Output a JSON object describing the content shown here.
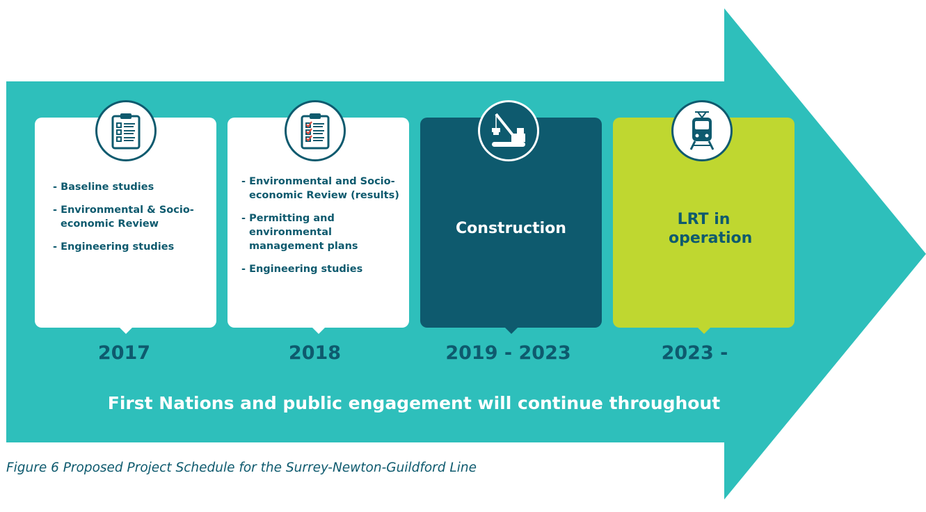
{
  "colors": {
    "arrow": "#2ebfbb",
    "dark_teal": "#0e5a6e",
    "lime": "#bfd730",
    "white": "#ffffff"
  },
  "phases": [
    {
      "icon": "clipboard-checklist-icon",
      "items": [
        "- Baseline studies",
        "- Environmental & Socio-economic Review",
        "- Engineering studies"
      ],
      "year": "2017"
    },
    {
      "icon": "clipboard-checked-icon",
      "items": [
        "- Environmental and Socio-economic Review (results)",
        "- Permitting and environmental management plans",
        "- Engineering studies"
      ],
      "year": "2018"
    },
    {
      "icon": "crane-icon",
      "title": "Construction",
      "year": "2019 - 2023"
    },
    {
      "icon": "light-rail-train-icon",
      "title": "LRT in operation",
      "year": "2023 -"
    }
  ],
  "footer": "First Nations and public engagement will continue throughout",
  "caption": "Figure 6  Proposed Project Schedule for the Surrey-Newton-Guildford Line"
}
